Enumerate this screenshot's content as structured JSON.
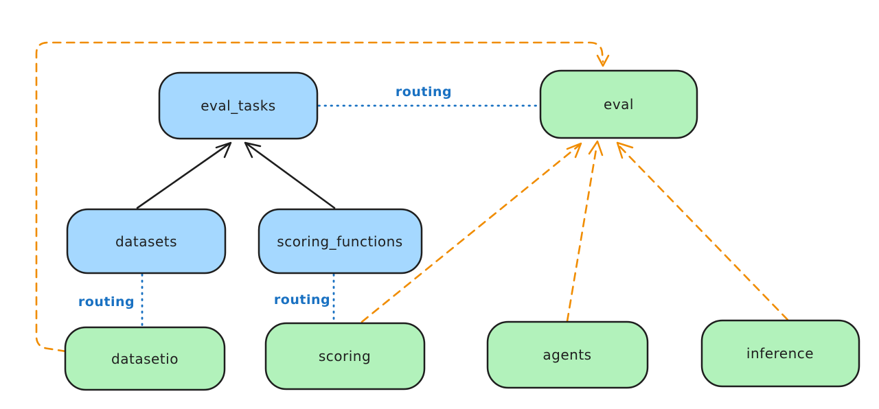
{
  "colors": {
    "background": "#ffffff",
    "stroke": "#1e1e1e",
    "blue_fill": "#a5d8ff",
    "green_fill": "#b2f2bb",
    "routing": "#1971c2",
    "orange": "#f08c00"
  },
  "nodes": {
    "eval_tasks": {
      "label": "eval_tasks",
      "kind": "resource"
    },
    "eval": {
      "label": "eval",
      "kind": "api"
    },
    "datasets": {
      "label": "datasets",
      "kind": "resource"
    },
    "scoring_functions": {
      "label": "scoring_functions",
      "kind": "resource"
    },
    "datasetio": {
      "label": "datasetio",
      "kind": "api"
    },
    "scoring": {
      "label": "scoring",
      "kind": "api"
    },
    "agents": {
      "label": "agents",
      "kind": "api"
    },
    "inference": {
      "label": "inference",
      "kind": "api"
    }
  },
  "edge_labels": {
    "routing_eval_tasks_eval": "routing",
    "routing_datasets_datasetio": "routing",
    "routing_scoring_functions_scoring": "routing"
  },
  "edges": [
    {
      "from": "datasets",
      "to": "eval_tasks",
      "style": "solid-black-arrow"
    },
    {
      "from": "scoring_functions",
      "to": "eval_tasks",
      "style": "solid-black-arrow"
    },
    {
      "from": "eval_tasks",
      "to": "eval",
      "style": "dotted-blue",
      "label": "routing"
    },
    {
      "from": "datasets",
      "to": "datasetio",
      "style": "dotted-blue",
      "label": "routing"
    },
    {
      "from": "scoring_functions",
      "to": "scoring",
      "style": "dotted-blue",
      "label": "routing"
    },
    {
      "from": "datasetio",
      "to": "eval",
      "style": "dashed-orange-arrow"
    },
    {
      "from": "scoring",
      "to": "eval",
      "style": "dashed-orange-arrow"
    },
    {
      "from": "agents",
      "to": "eval",
      "style": "dashed-orange-arrow"
    },
    {
      "from": "inference",
      "to": "eval",
      "style": "dashed-orange-arrow"
    }
  ]
}
